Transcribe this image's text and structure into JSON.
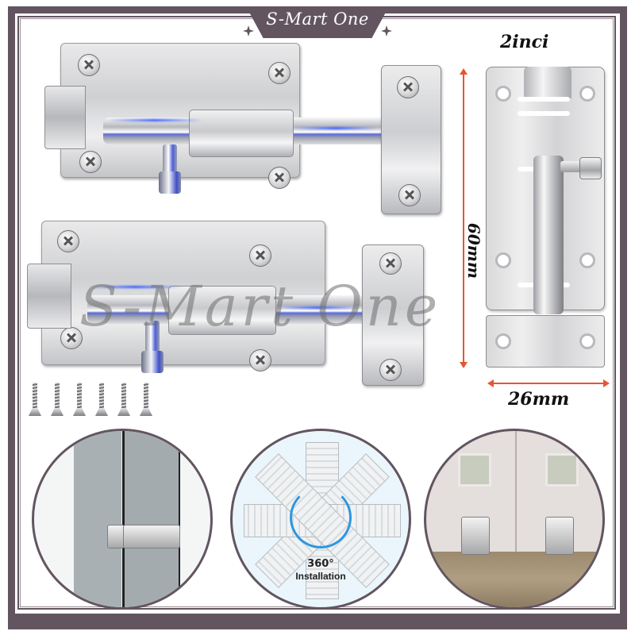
{
  "brand": {
    "banner_text": "S-Mart One",
    "watermark_text": "S-Mart One",
    "frame_color": "#625560"
  },
  "dimensions": {
    "size_label": "2inci",
    "height_label": "60mm",
    "width_label": "26mm",
    "arrow_color": "#e8552f"
  },
  "product": {
    "horizontal_latches": [
      {
        "name": "latch-top",
        "screws": 6
      },
      {
        "name": "latch-bottom",
        "screws": 6
      }
    ],
    "vertical_latch": {
      "holes": 6
    },
    "loose_screws_count": 6
  },
  "feature_circles": [
    {
      "name": "door-installation",
      "caption": ""
    },
    {
      "name": "rotation-installation",
      "caption_number": "360°",
      "caption_text": "Installation"
    },
    {
      "name": "double-door-floor-bolt",
      "caption": ""
    }
  ]
}
